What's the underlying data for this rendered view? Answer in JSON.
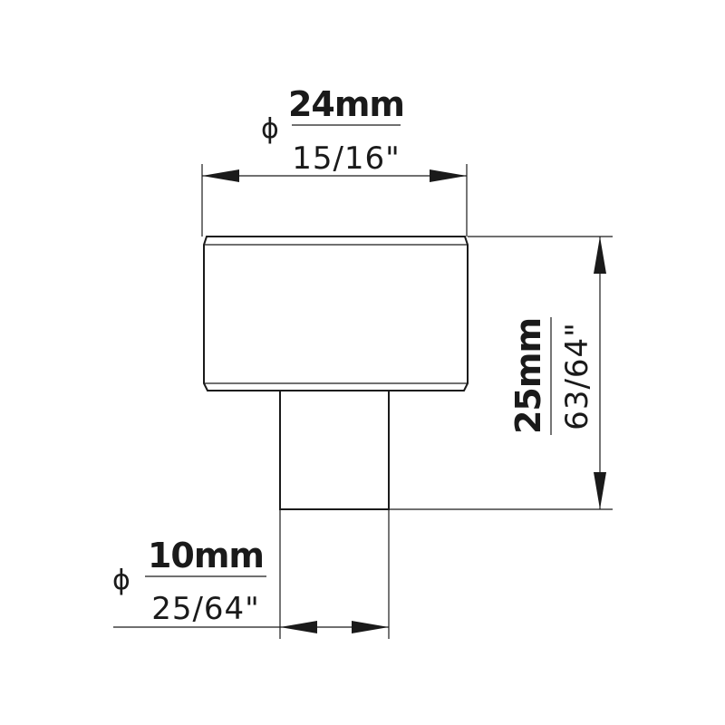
{
  "dimensions": {
    "top_diameter": {
      "symbol": "ϕ",
      "metric": "24mm",
      "imperial": "15/16\""
    },
    "height": {
      "metric": "25mm",
      "imperial": "63/64\""
    },
    "stem_diameter": {
      "symbol": "ϕ",
      "metric": "10mm",
      "imperial": "25/64\""
    }
  },
  "colors": {
    "line": "#1a1a1a",
    "background": "#ffffff"
  }
}
